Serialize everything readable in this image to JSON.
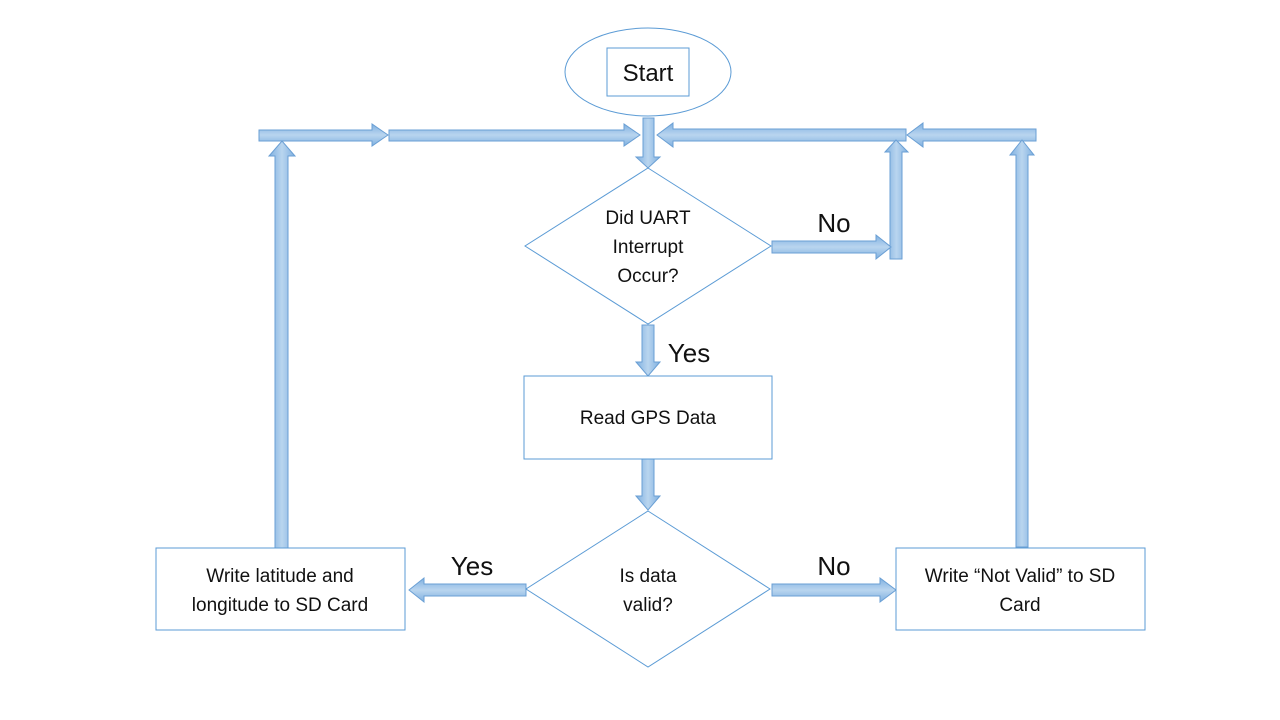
{
  "nodes": {
    "start": "Start",
    "decision1": [
      "Did UART",
      "Interrupt",
      "Occur?"
    ],
    "read": "Read GPS Data",
    "decision2": [
      "Is data",
      "valid?"
    ],
    "write_valid": [
      "Write latitude and",
      "longitude to SD Card"
    ],
    "write_invalid": [
      "Write “Not Valid” to SD",
      "Card"
    ]
  },
  "edge_labels": {
    "uart_no": "No",
    "uart_yes": "Yes",
    "valid_yes": "Yes",
    "valid_no": "No"
  },
  "colors": {
    "arrow_fill": "#9dc3e6",
    "arrow_stroke": "#6a9fd4",
    "shape_stroke": "#5b9bd5"
  }
}
